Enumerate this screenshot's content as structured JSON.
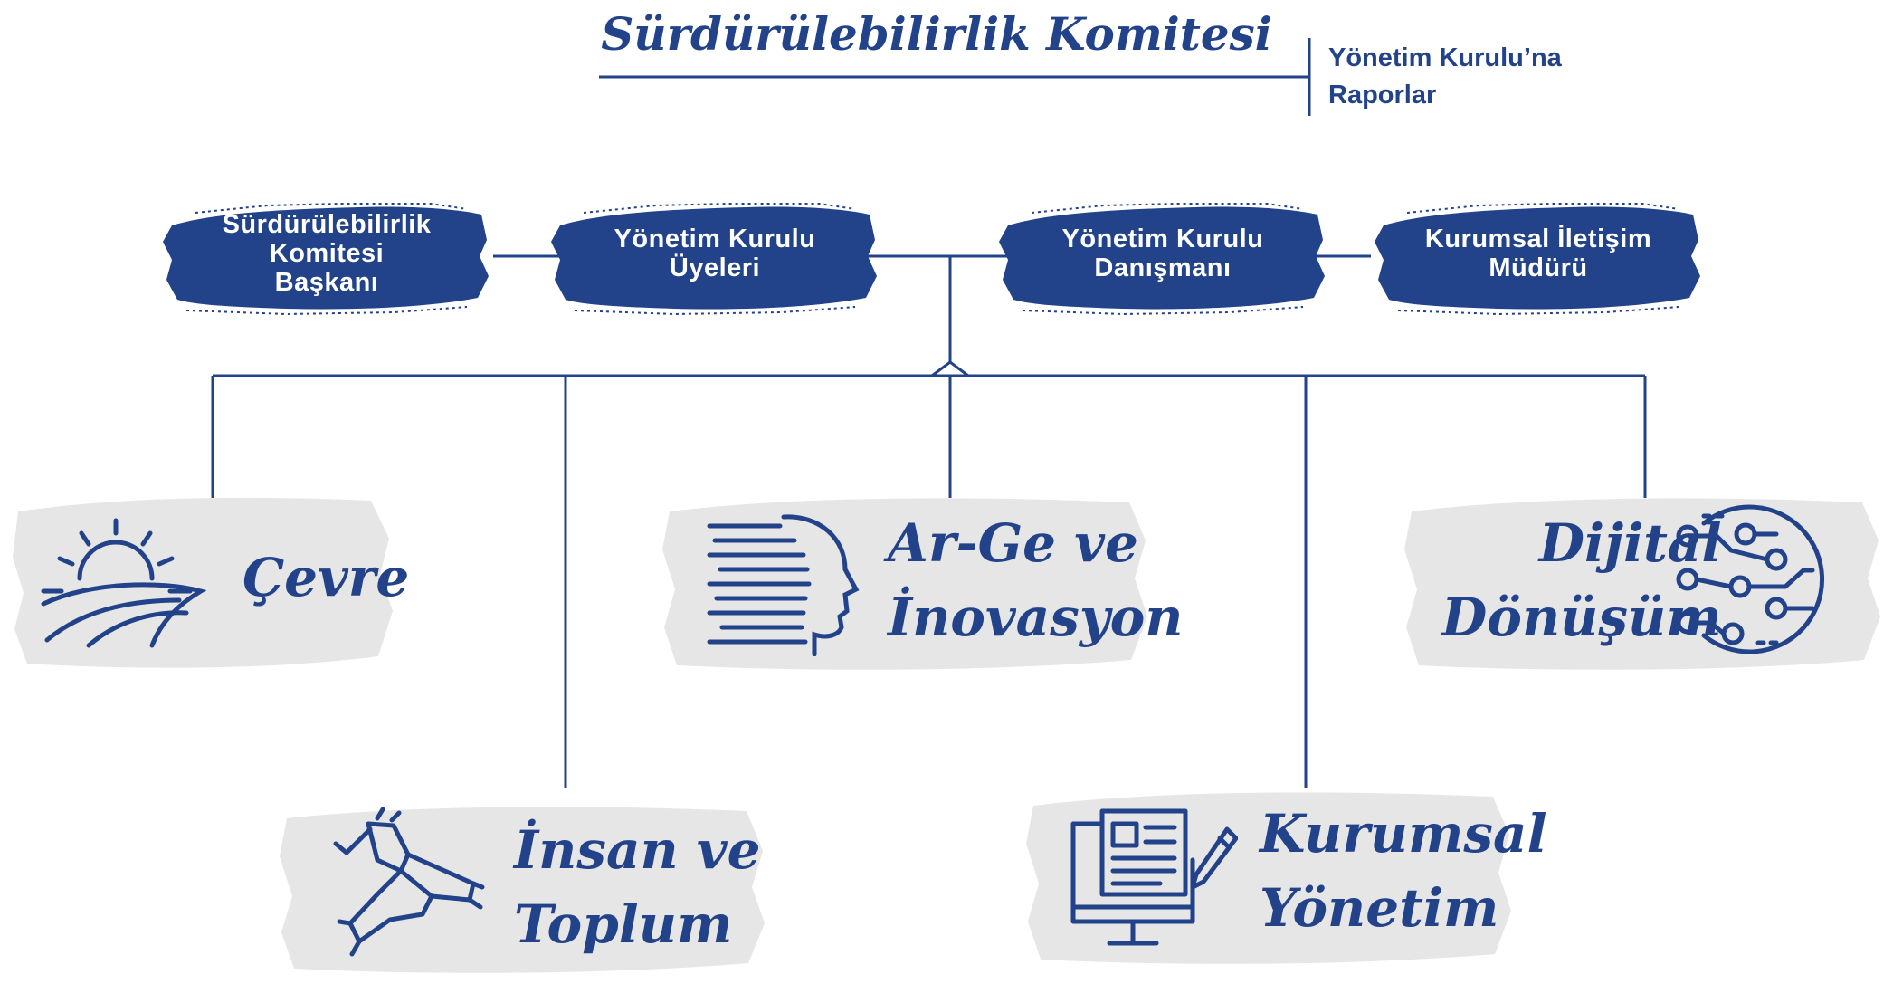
{
  "diagram": {
    "title": "Sürdürülebilirlik Komitesi",
    "reports_to": [
      "Yönetim Kurulu’na",
      "Raporlar"
    ],
    "roles": [
      {
        "lines": [
          "Sürdürülebilirlik",
          "Komitesi",
          "Başkanı"
        ]
      },
      {
        "lines": [
          "Yönetim Kurulu",
          "Üyeleri"
        ]
      },
      {
        "lines": [
          "Yönetim Kurulu",
          "Danışmanı"
        ]
      },
      {
        "lines": [
          "Kurumsal İletişim",
          "Müdürü"
        ]
      }
    ],
    "categories": [
      {
        "lines": [
          "Çevre"
        ],
        "icon": "sun-landscape-icon"
      },
      {
        "lines": [
          "İnsan ve",
          "Toplum"
        ],
        "icon": "joined-hands-icon"
      },
      {
        "lines": [
          "Ar-Ge ve",
          "İnovasyon"
        ],
        "icon": "digital-head-icon"
      },
      {
        "lines": [
          "Kurumsal",
          "Yönetim"
        ],
        "icon": "computer-document-icon"
      },
      {
        "lines": [
          "Dijital",
          "Dönüşüm"
        ],
        "icon": "circuit-icon"
      }
    ],
    "colors": {
      "primary": "#22428a",
      "brush_gray": "#e6e6e6",
      "text_on_primary": "#ffffff"
    }
  }
}
